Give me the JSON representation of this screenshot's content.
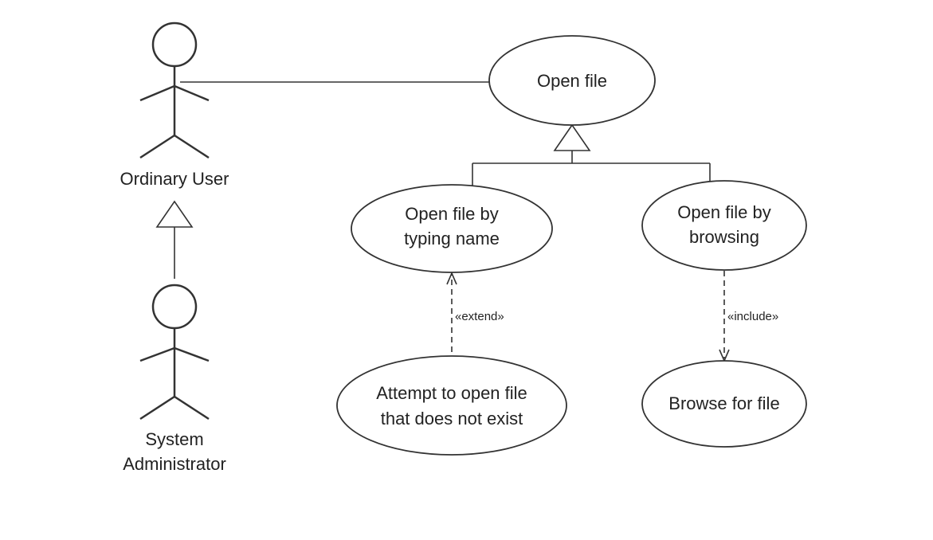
{
  "actors": {
    "ordinary_user": "Ordinary User",
    "system_administrator_line1": "System",
    "system_administrator_line2": "Administrator"
  },
  "use_cases": {
    "open_file": "Open file",
    "open_by_typing_line1": "Open file by",
    "open_by_typing_line2": "typing name",
    "open_by_browsing_line1": "Open file by",
    "open_by_browsing_line2": "browsing",
    "attempt_open_line1": "Attempt to open file",
    "attempt_open_line2": "that does not exist",
    "browse_for_file": "Browse for file"
  },
  "relationships": {
    "extend_label": "«extend»",
    "include_label": "«include»"
  }
}
